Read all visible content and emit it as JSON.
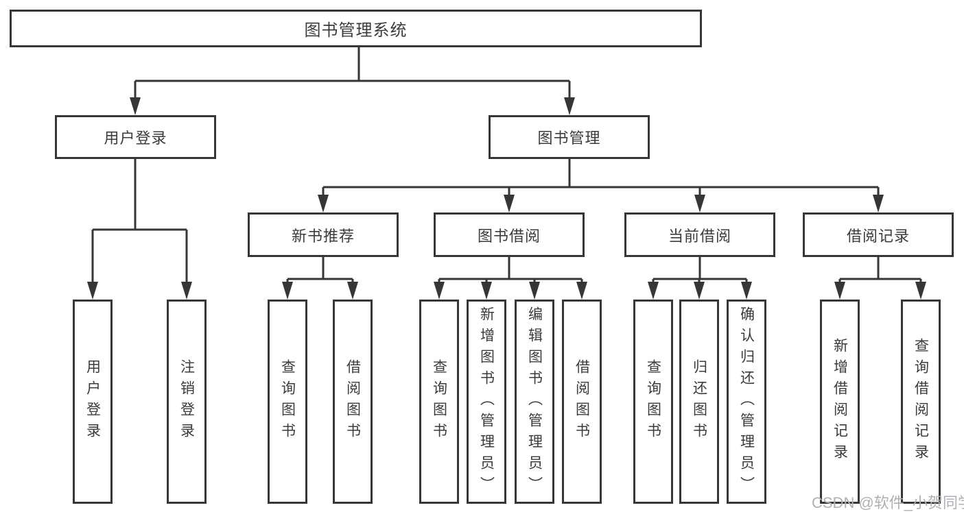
{
  "diagram": {
    "type": "tree-hierarchy-diagram",
    "colors": {
      "line": "#363636",
      "box_border": "#363636",
      "box_fill": "#ffffff",
      "text": "#3b3b3b",
      "background": "#ffffff",
      "watermark_text": "#b1afb5"
    },
    "tree": {
      "label": "图书管理系统",
      "children": [
        {
          "label": "用户登录",
          "children": [
            {
              "label": "用户登录"
            },
            {
              "label": "注销登录"
            }
          ]
        },
        {
          "label": "图书管理",
          "children": [
            {
              "label": "新书推荐",
              "children": [
                {
                  "label": "查询图书"
                },
                {
                  "label": "借阅图书"
                }
              ]
            },
            {
              "label": "图书借阅",
              "children": [
                {
                  "label": "查询图书"
                },
                {
                  "label": "新增图书（管理员）"
                },
                {
                  "label": "编辑图书（管理员）"
                },
                {
                  "label": "借阅图书"
                }
              ]
            },
            {
              "label": "当前借阅",
              "children": [
                {
                  "label": "查询图书"
                },
                {
                  "label": "归还图书"
                },
                {
                  "label": "确认归还（管理员）"
                }
              ]
            },
            {
              "label": "借阅记录",
              "children": [
                {
                  "label": "新增借阅记录"
                },
                {
                  "label": "查询借阅记录"
                }
              ]
            }
          ]
        }
      ]
    },
    "watermark": "CSDN @软件_小贺同学"
  }
}
